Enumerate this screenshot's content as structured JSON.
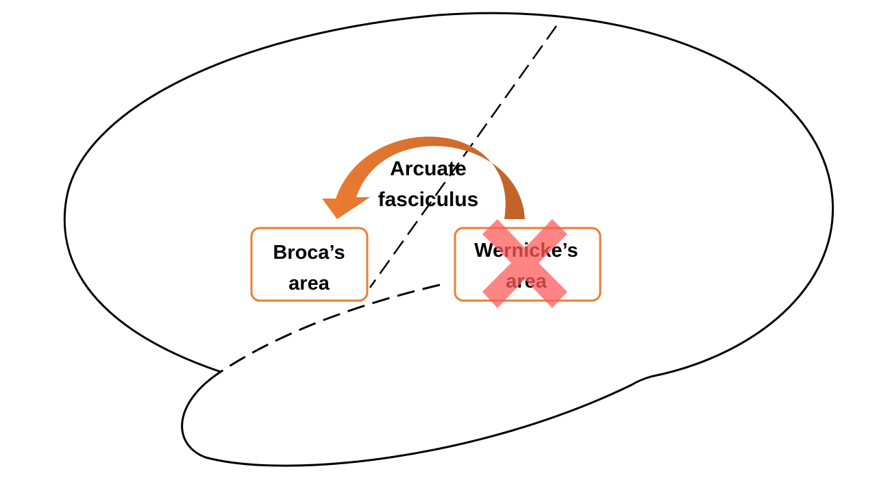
{
  "colors": {
    "outline": "#000000",
    "box_border": "#ED7D31",
    "arrow_light": "#ED7D31",
    "arrow_dark": "#C0622A",
    "lesion_mark": "#FF5C5C"
  },
  "pathway": {
    "label_line1": "Arcuate",
    "label_line2": "fasciculus"
  },
  "brocas_area": {
    "line1": "Broca’s",
    "line2": "area"
  },
  "wernickes_area": {
    "line1": "Wernicke’s",
    "line2": "area",
    "lesion_icon": "cross-icon"
  }
}
